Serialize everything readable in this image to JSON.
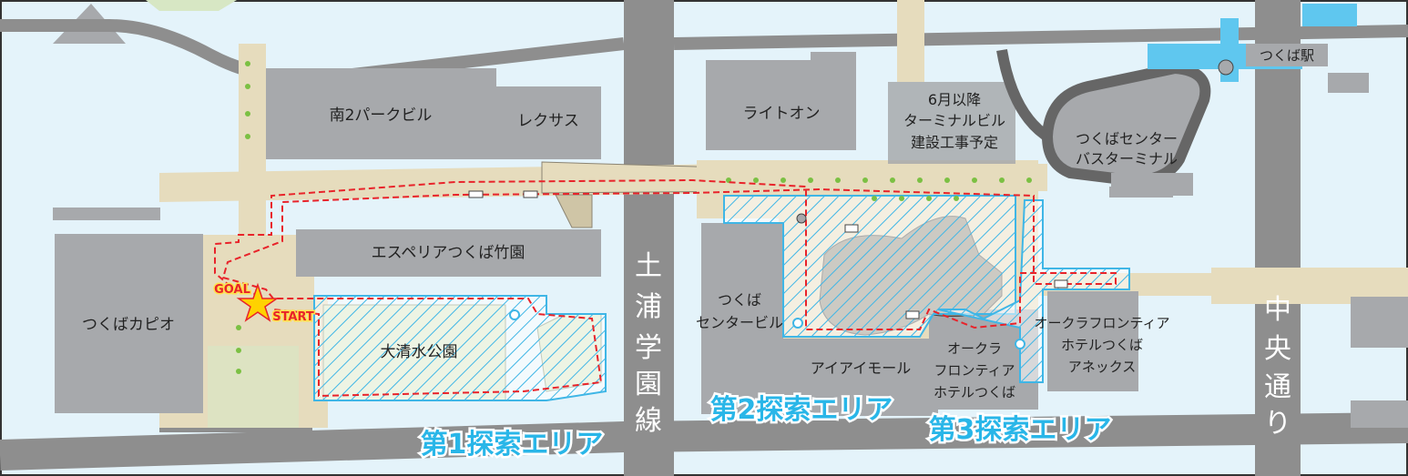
{
  "colors": {
    "water": "#e4f3fa",
    "road": "#8e8e8e",
    "plaza": "#e6dcbd",
    "building": "#a7a9ac",
    "park": "#d7e7c4",
    "hatch": "#3fb6e6",
    "route": "#e8232a",
    "tree": "#7bc043",
    "station": "#5fc7ef",
    "hall": "#8f8a7b"
  },
  "buildings": {
    "minami2": "南2パークビル",
    "lexus": "レクサス",
    "esperia": "エスペリアつくば竹園",
    "capio": "つくばカピオ",
    "park": "大清水公園",
    "lightOn": "ライトオン",
    "terminalA": "6月以降",
    "terminalB": "ターミナルビル",
    "terminalC": "建設工事予定",
    "busA": "つくばセンター",
    "busB": "バスターミナル",
    "stationName": "つくば駅",
    "centerA": "つくば",
    "centerB": "センタービル",
    "iiMall": "アイアイモール",
    "okuraA": "オークラ",
    "okuraB": "フロンティア",
    "okuraC": "ホテルつくば",
    "annexA": "オークラフロンティア",
    "annexB": "ホテルつくば",
    "annexC": "アネックス"
  },
  "roads": {
    "tsuchiura": [
      "土",
      "浦",
      "学",
      "園",
      "線"
    ],
    "chuo": [
      "中",
      "央",
      "通",
      "り"
    ]
  },
  "areas": {
    "area1": "第1探索エリア",
    "area2": "第2探索エリア",
    "area3": "第3探索エリア"
  },
  "markers": {
    "goal": "GOAL",
    "start": "START"
  }
}
